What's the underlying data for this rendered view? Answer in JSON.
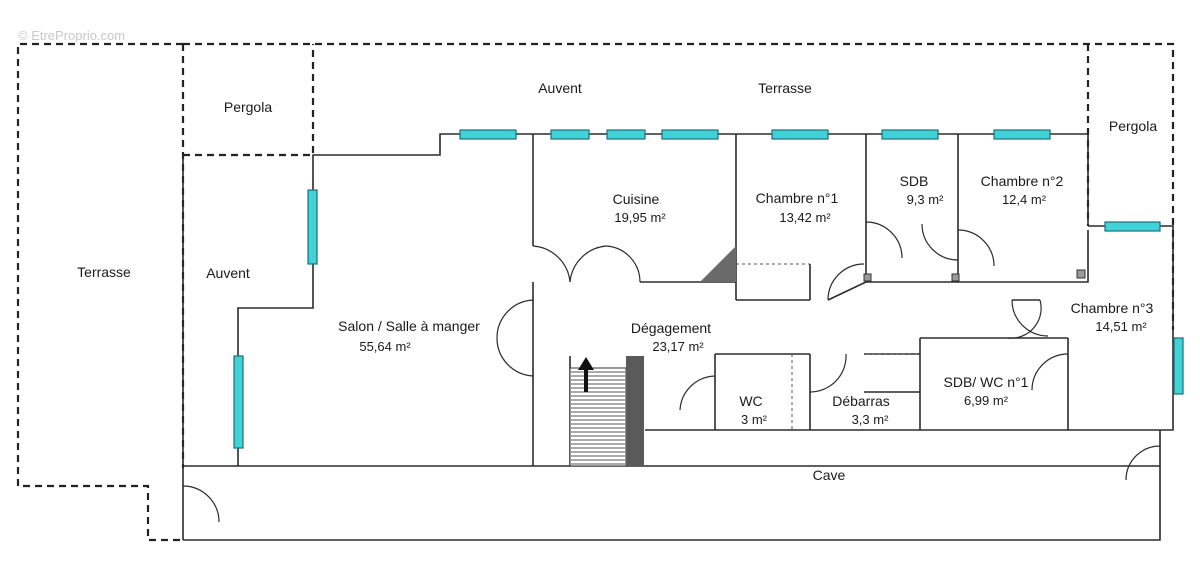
{
  "watermark": "© EtreProprio.com",
  "colors": {
    "window": "#3fd3d8",
    "wall": "#2b2b2b",
    "stair_post": "#5a5a5a"
  },
  "rooms": [
    {
      "id": "terrasse_left",
      "name": "Terrasse",
      "area": ""
    },
    {
      "id": "pergola_left",
      "name": "Pergola",
      "area": ""
    },
    {
      "id": "auvent_top",
      "name": "Auvent",
      "area": ""
    },
    {
      "id": "terrasse_top",
      "name": "Terrasse",
      "area": ""
    },
    {
      "id": "pergola_right",
      "name": "Pergola",
      "area": ""
    },
    {
      "id": "auvent_left",
      "name": "Auvent",
      "area": ""
    },
    {
      "id": "cuisine",
      "name": "Cuisine",
      "area": "19,95  m²"
    },
    {
      "id": "chambre1",
      "name": "Chambre n°1",
      "area": "13,42  m²"
    },
    {
      "id": "sdb",
      "name": "SDB",
      "area": "9,3  m²"
    },
    {
      "id": "chambre2",
      "name": "Chambre n°2",
      "area": "12,4  m²"
    },
    {
      "id": "salon",
      "name": "Salon / Salle à manger",
      "area": "55,64  m²"
    },
    {
      "id": "degagement",
      "name": "Dégagement",
      "area": "23,17  m²"
    },
    {
      "id": "chambre3",
      "name": "Chambre n°3",
      "area": "14,51  m²"
    },
    {
      "id": "wc",
      "name": "WC",
      "area": "3  m²"
    },
    {
      "id": "debarras",
      "name": "Débarras",
      "area": "3,3  m²"
    },
    {
      "id": "sdbwc1",
      "name": "SDB/ WC n°1",
      "area": "6,99  m²"
    },
    {
      "id": "cave",
      "name": "Cave",
      "area": ""
    }
  ]
}
